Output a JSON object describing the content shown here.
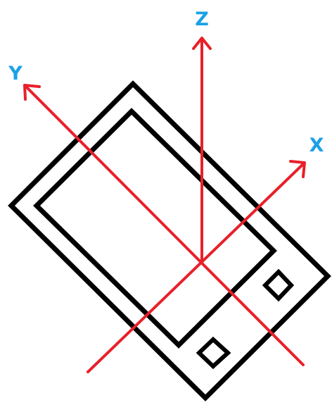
{
  "colors": {
    "background": "#ffffff",
    "device_outline": "#000000",
    "axis": "#e8202a",
    "axis_label": "#1ba1e6"
  },
  "axes": {
    "x_label": "X",
    "y_label": "Y",
    "z_label": "Z"
  },
  "device": {
    "buttons": 2
  },
  "icons": {
    "device": "tablet-device-icon",
    "button": "square-button-icon"
  }
}
